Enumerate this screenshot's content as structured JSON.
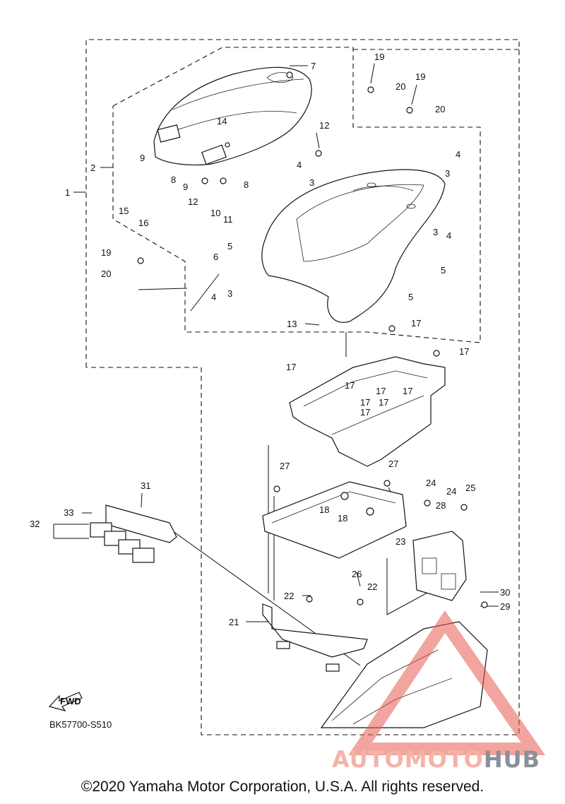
{
  "diagram": {
    "labels": [
      {
        "id": "1",
        "text": "1"
      },
      {
        "id": "2",
        "text": "2"
      },
      {
        "id": "7",
        "text": "7"
      },
      {
        "id": "19a",
        "text": "19"
      },
      {
        "id": "20a",
        "text": "20"
      },
      {
        "id": "19b",
        "text": "19"
      },
      {
        "id": "20b",
        "text": "20"
      },
      {
        "id": "14",
        "text": "14"
      },
      {
        "id": "12a",
        "text": "12"
      },
      {
        "id": "9a",
        "text": "9"
      },
      {
        "id": "4a",
        "text": "4"
      },
      {
        "id": "3a",
        "text": "3"
      },
      {
        "id": "8a",
        "text": "8"
      },
      {
        "id": "9b",
        "text": "9"
      },
      {
        "id": "8b",
        "text": "8"
      },
      {
        "id": "4b",
        "text": "4"
      },
      {
        "id": "3b",
        "text": "3"
      },
      {
        "id": "12b",
        "text": "12"
      },
      {
        "id": "10",
        "text": "10"
      },
      {
        "id": "11",
        "text": "11"
      },
      {
        "id": "15",
        "text": "15"
      },
      {
        "id": "16",
        "text": "16"
      },
      {
        "id": "5a",
        "text": "5"
      },
      {
        "id": "6",
        "text": "6"
      },
      {
        "id": "3c",
        "text": "3"
      },
      {
        "id": "4c",
        "text": "4"
      },
      {
        "id": "5b",
        "text": "5"
      },
      {
        "id": "19c",
        "text": "19"
      },
      {
        "id": "20c",
        "text": "20"
      },
      {
        "id": "4d",
        "text": "4"
      },
      {
        "id": "3d",
        "text": "3"
      },
      {
        "id": "5c",
        "text": "5"
      },
      {
        "id": "13",
        "text": "13"
      },
      {
        "id": "17a",
        "text": "17"
      },
      {
        "id": "17b",
        "text": "17"
      },
      {
        "id": "17c",
        "text": "17"
      },
      {
        "id": "17d",
        "text": "17"
      },
      {
        "id": "17e",
        "text": "17"
      },
      {
        "id": "17f",
        "text": "17"
      },
      {
        "id": "17g",
        "text": "17"
      },
      {
        "id": "17h",
        "text": "17"
      },
      {
        "id": "17i",
        "text": "17"
      },
      {
        "id": "31",
        "text": "31"
      },
      {
        "id": "27a",
        "text": "27"
      },
      {
        "id": "27b",
        "text": "27"
      },
      {
        "id": "24a",
        "text": "24"
      },
      {
        "id": "24b",
        "text": "24"
      },
      {
        "id": "25",
        "text": "25"
      },
      {
        "id": "28",
        "text": "28"
      },
      {
        "id": "33",
        "text": "33"
      },
      {
        "id": "32",
        "text": "32"
      },
      {
        "id": "18a",
        "text": "18"
      },
      {
        "id": "18b",
        "text": "18"
      },
      {
        "id": "23",
        "text": "23"
      },
      {
        "id": "26",
        "text": "26"
      },
      {
        "id": "30",
        "text": "30"
      },
      {
        "id": "29",
        "text": "29"
      },
      {
        "id": "22a",
        "text": "22"
      },
      {
        "id": "22b",
        "text": "22"
      },
      {
        "id": "21",
        "text": "21"
      }
    ],
    "fwd_label": "FWD",
    "diagram_code": "BK57700-S510"
  },
  "watermark": {
    "part1": "AUTOMOTO",
    "part2": "HUB"
  },
  "copyright": "©2020 Yamaha Motor Corporation, U.S.A. All rights reserved."
}
